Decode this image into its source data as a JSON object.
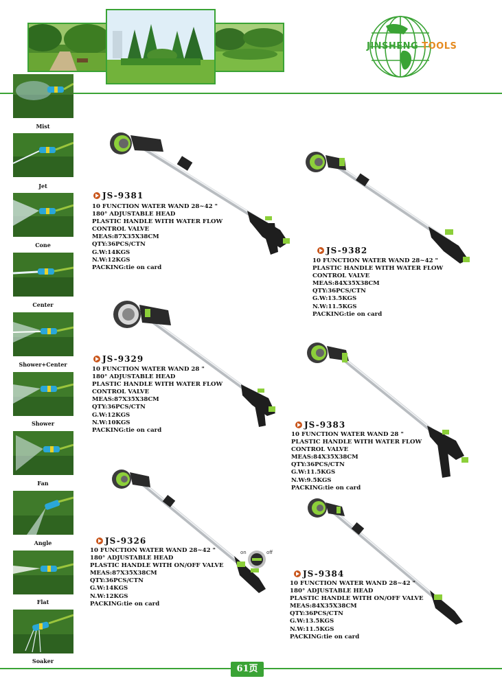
{
  "header": {
    "logo": {
      "brand": "JINSHENG",
      "suffix": "TOOLS"
    },
    "colors": {
      "accent": "#3aa335",
      "logo_orange": "#e58a1f"
    }
  },
  "sidebar": {
    "thumbnails": [
      {
        "label": "Mist"
      },
      {
        "label": "Jet"
      },
      {
        "label": "Cone"
      },
      {
        "label": "Center"
      },
      {
        "label": "Shower+Center"
      },
      {
        "label": "Shower"
      },
      {
        "label": "Fan"
      },
      {
        "label": "Angle"
      },
      {
        "label": "Flat"
      },
      {
        "label": "Soaker"
      }
    ]
  },
  "products": [
    {
      "model": "JS-9381",
      "lines": [
        "10 FUNCTION WATER WAND 28~42 \"",
        "180° ADJUSTABLE HEAD",
        "PLASTIC HANDLE WITH WATER FLOW",
        "CONTROL VALVE",
        "MEAS:87X35X38CM",
        "QTY:36PCS/CTN",
        "G.W:14KGS",
        "N.W:12KGS",
        "PACKING:tie on card"
      ]
    },
    {
      "model": "JS-9382",
      "lines": [
        "10 FUNCTION WATER WAND 28~42 \"",
        "PLASTIC HANDLE WITH WATER FLOW",
        "CONTROL VALVE",
        "MEAS:84X35X38CM",
        "QTY:36PCS/CTN",
        "G.W:13.5KGS",
        "N.W:11.5KGS",
        "PACKING:tie on card"
      ]
    },
    {
      "model": "JS-9329",
      "lines": [
        "10 FUNCTION WATER WAND 28 \"",
        "180° ADJUSTABLE HEAD",
        "PLASTIC HANDLE WITH WATER FLOW",
        "CONTROL VALVE",
        "MEAS:87X35X38CM",
        "QTY:36PCS/CTN",
        "G.W:12KGS",
        "N.W:10KGS",
        "PACKING:tie on card"
      ]
    },
    {
      "model": "JS-9383",
      "lines": [
        "10 FUNCTION WATER WAND 28 \"",
        "PLASTIC HANDLE WITH WATER FLOW",
        "CONTROL VALVE",
        "MEAS:84X35X38CM",
        "QTY:36PCS/CTN",
        "G.W:11.5KGS",
        "N.W:9.5KGS",
        "PACKING:tie on card"
      ]
    },
    {
      "model": "JS-9326",
      "lines": [
        "10 FUNCTION WATER WAND 28~42 \"",
        "180° ADJUSTABLE HEAD",
        "PLASTIC HANDLE WITH ON/OFF VALVE",
        "MEAS:87X35X38CM",
        "QTY:36PCS/CTN",
        "G.W:14KGS",
        "N.W:12KGS",
        "PACKING:tie on card"
      ]
    },
    {
      "model": "JS-9384",
      "lines": [
        "10 FUNCTION WATER WAND 28~42 \"",
        "180° ADJUSTABLE HEAD",
        "PLASTIC HANDLE WITH ON/OFF VALVE",
        "MEAS:84X35X38CM",
        "QTY:36PCS/CTN",
        "G.W:13.5KGS",
        "N.W:11.5KGS",
        "PACKING:tie on card"
      ]
    }
  ],
  "valve_labels": {
    "on": "on",
    "off": "off"
  },
  "footer": {
    "page_number": "61页"
  }
}
